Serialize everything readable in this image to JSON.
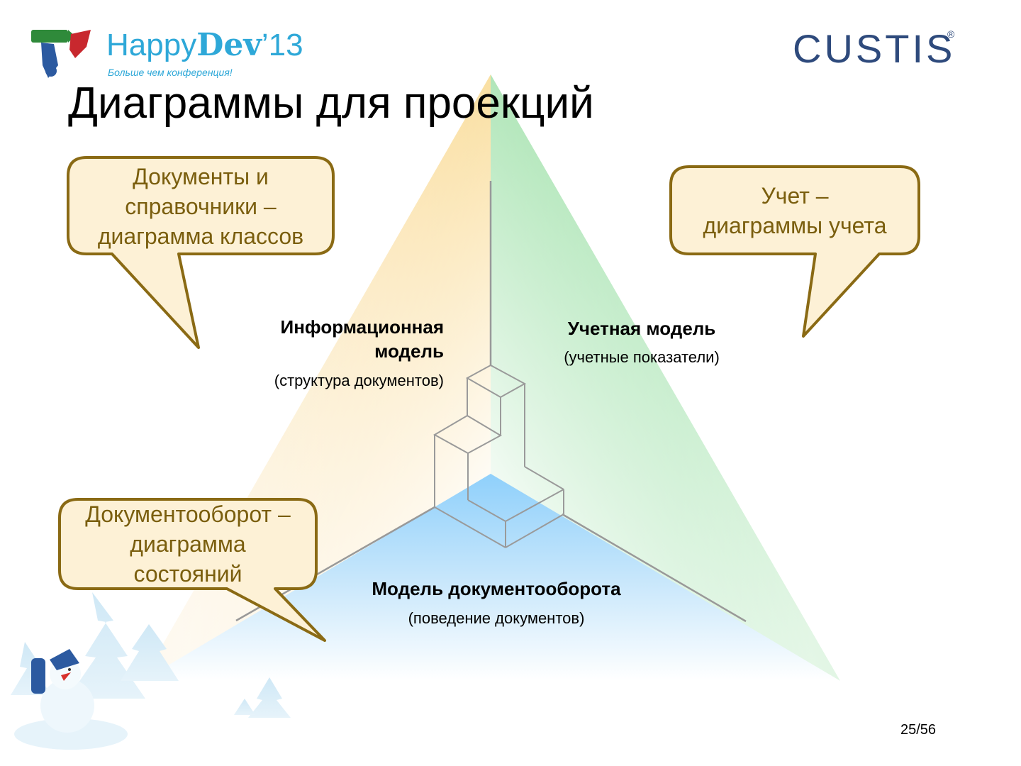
{
  "header": {
    "logo_happy": "Happy",
    "logo_dev": "Dev",
    "logo_year": "’13",
    "logo_tagline": "Больше чем конференция!",
    "logo_custis": "CUSTIS",
    "logo_reg": "®"
  },
  "slide": {
    "title": "Диаграммы для проекций",
    "page_number": "25/56"
  },
  "callouts": {
    "documents": [
      "Документы и",
      "справочники –",
      "диаграмма классов"
    ],
    "accounting": [
      "Учет –",
      "диаграммы учета"
    ],
    "workflow": [
      "Документооборот –",
      "диаграмма",
      "состояний"
    ]
  },
  "models": {
    "information": {
      "title_line1": "Информационная",
      "title_line2": "модель",
      "subtitle": "(структура документов)"
    },
    "accounting": {
      "title": "Учетная модель",
      "subtitle": "(учетные показатели)"
    },
    "workflow": {
      "title": "Модель документооборота",
      "subtitle": "(поведение документов)"
    }
  },
  "colors": {
    "callout_fill": "#fdf1d6",
    "callout_border": "#8a6a14",
    "callout_text": "#7a5e0e",
    "face_left": "#f9d98f",
    "face_right": "#9ee0a8",
    "face_bottom": "#8fd0fb",
    "axis_line": "#999999",
    "logo_blue": "#2ea8d8",
    "logo_navy": "#2e4a7c"
  }
}
